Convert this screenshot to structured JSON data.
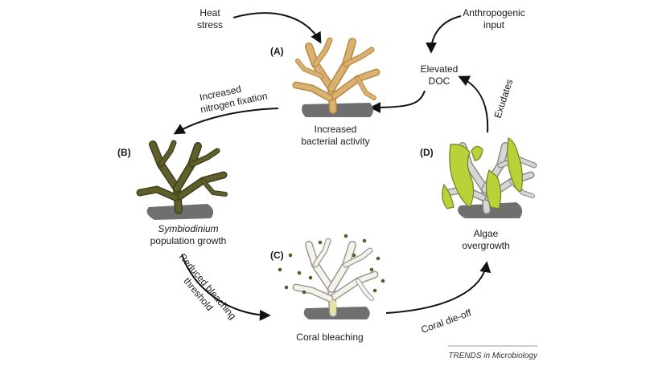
{
  "labels": {
    "heat_stress_1": "Heat",
    "heat_stress_2": "stress",
    "anthropogenic_1": "Anthropogenic",
    "anthropogenic_2": "input",
    "doc_1": "Elevated",
    "doc_2": "DOC",
    "nitrogen_1": "Increased",
    "nitrogen_2": "nitrogen fixation",
    "bacterial_1": "Increased",
    "bacterial_2": "bacterial activity",
    "exudates": "Exudates",
    "symbio_1": "Symbiodinium",
    "symbio_2": "population growth",
    "algae_1": "Algae",
    "algae_2": "overgrowth",
    "reduced_1": "Reduced bleaching",
    "reduced_2": "threshold",
    "bleaching": "Coral bleaching",
    "dieoff": "Coral die-off"
  },
  "panels": {
    "a": "(A)",
    "b": "(B)",
    "c": "(C)",
    "d": "(D)"
  },
  "credit": "TRENDS in Microbiology",
  "colors": {
    "coral_a": "#d9b173",
    "coral_a_dark": "#b8893e",
    "coral_b": "#5f5f2c",
    "coral_b_dark": "#3e3e1a",
    "coral_c": "#f4f2ea",
    "coral_d": "#c9c9c9",
    "algae": "#b9d23a",
    "rock": "#6f6f6f",
    "particles": "#5a5a2a"
  }
}
